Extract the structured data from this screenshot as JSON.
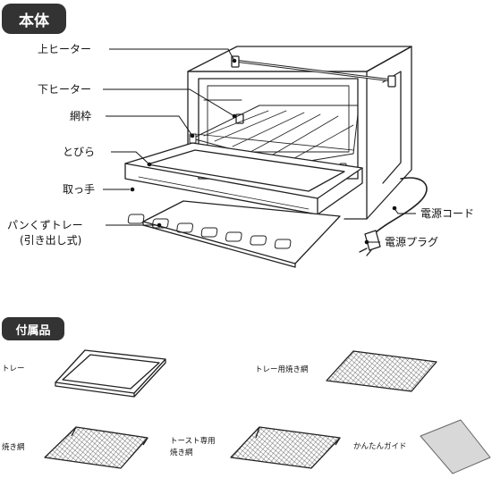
{
  "sections": {
    "main": "本体",
    "accessories": "付属品"
  },
  "parts": {
    "upper_heater": "上ヒーター",
    "lower_heater": "下ヒーター",
    "rack_frame": "網枠",
    "door": "とびら",
    "handle": "取っ手",
    "crumb_tray_line1": "パンくずトレー",
    "crumb_tray_line2": "(引き出し式)",
    "power_cord": "電源コード",
    "power_plug": "電源プラグ"
  },
  "accessories": {
    "tray": "トレー",
    "tray_rack": "トレー用焼き網",
    "grill_rack": "焼き網",
    "toast_rack_line1": "トースト専用",
    "toast_rack_line2": "焼き網",
    "quick_guide": "かんたんガイド"
  }
}
